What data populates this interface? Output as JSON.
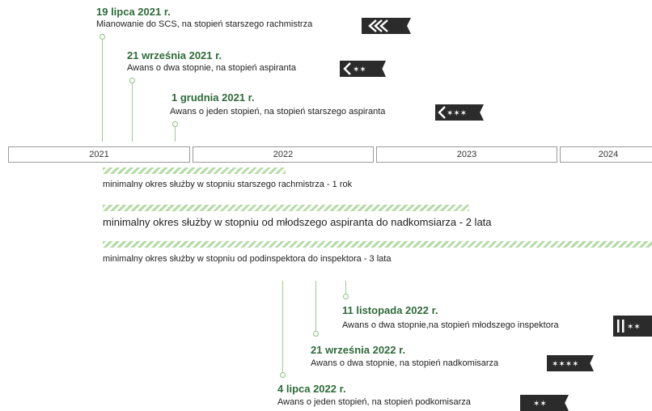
{
  "top_events": [
    {
      "date": "19 lipca 2021 r.",
      "text": "Mianowanie do SCS, na stopień starszego rachmistrza",
      "insignia": "three-chevrons"
    },
    {
      "date": "21 września 2021 r.",
      "text": "Awans o dwa stopnie, na stopień aspiranta",
      "insignia": "chevron-two-stars"
    },
    {
      "date": "1 grudnia 2021 r.",
      "text": "Awans o jeden stopień, na stopień starszego aspiranta",
      "insignia": "chevron-three-stars"
    }
  ],
  "years": [
    "2021",
    "2022",
    "2023",
    "2024"
  ],
  "periods": [
    {
      "text": "minimalny okres służby w stopniu starszego rachmistrza - 1 rok"
    },
    {
      "text": "minimalny okres służby w stopniu od młodszego aspiranta do nadkomsiarza - 2 lata"
    },
    {
      "text": "minimalny okres służby w stopniu od podinspektora do inspektora - 3 lata"
    }
  ],
  "bottom_events": [
    {
      "date": "11 listopada 2022 r.",
      "text": "Awans o dwa stopnie,na stopień młodszego inspektora",
      "insignia": "two-bars-two-stars"
    },
    {
      "date": "21 września 2022 r.",
      "text": "Awans o dwa stopnie, na stopień nadkomisarza",
      "insignia": "four-stars"
    },
    {
      "date": "4 lipca 2022 r.",
      "text": "Awans o jeden stopień, na stopień podkomisarza",
      "insignia": "two-stars"
    }
  ],
  "colors": {
    "accent_green": "#2f6b3a",
    "line_green": "#9ccc8f",
    "hatch_green": "#b5dca6",
    "insignia_bg": "#2b2b2b"
  }
}
